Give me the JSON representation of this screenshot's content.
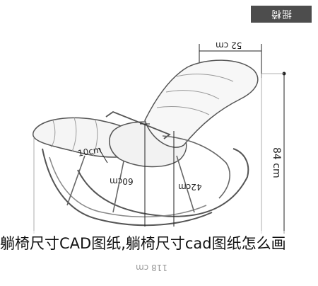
{
  "tag": "摇椅",
  "dimensions": {
    "top_width": "52 cm",
    "height": "84 cm",
    "seat_depth": "10cm",
    "seat_height": "60cm",
    "seat_width": "42cm",
    "total_length": "118 cm"
  },
  "caption": "躺椅尺寸CAD图纸,躺椅尺寸cad图纸怎么画"
}
